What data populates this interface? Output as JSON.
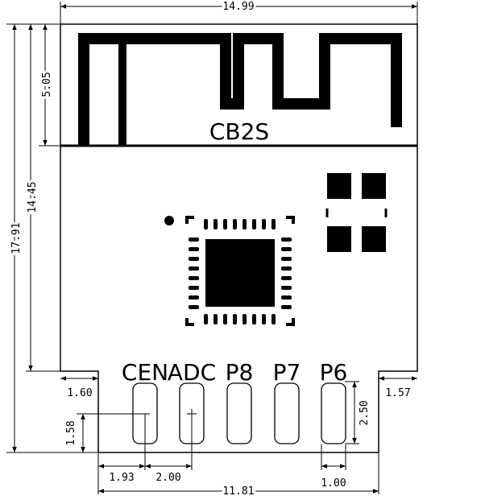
{
  "module": {
    "model": "CB2S",
    "pins": [
      "CEN",
      "ADC",
      "P8",
      "P7",
      "P6"
    ]
  },
  "dimensions": {
    "overall_width": "14.99",
    "overall_height": "17.91",
    "body_height": "14.45",
    "antenna_height": "5.05",
    "left_notch": "1.60",
    "right_notch": "1.57",
    "pad_offset_y": "1.58",
    "pad_length": "2.50",
    "first_pad_x": "1.93",
    "pad_pitch": "2.00",
    "pad_width": "1.00",
    "bottom_width": "11.81"
  }
}
